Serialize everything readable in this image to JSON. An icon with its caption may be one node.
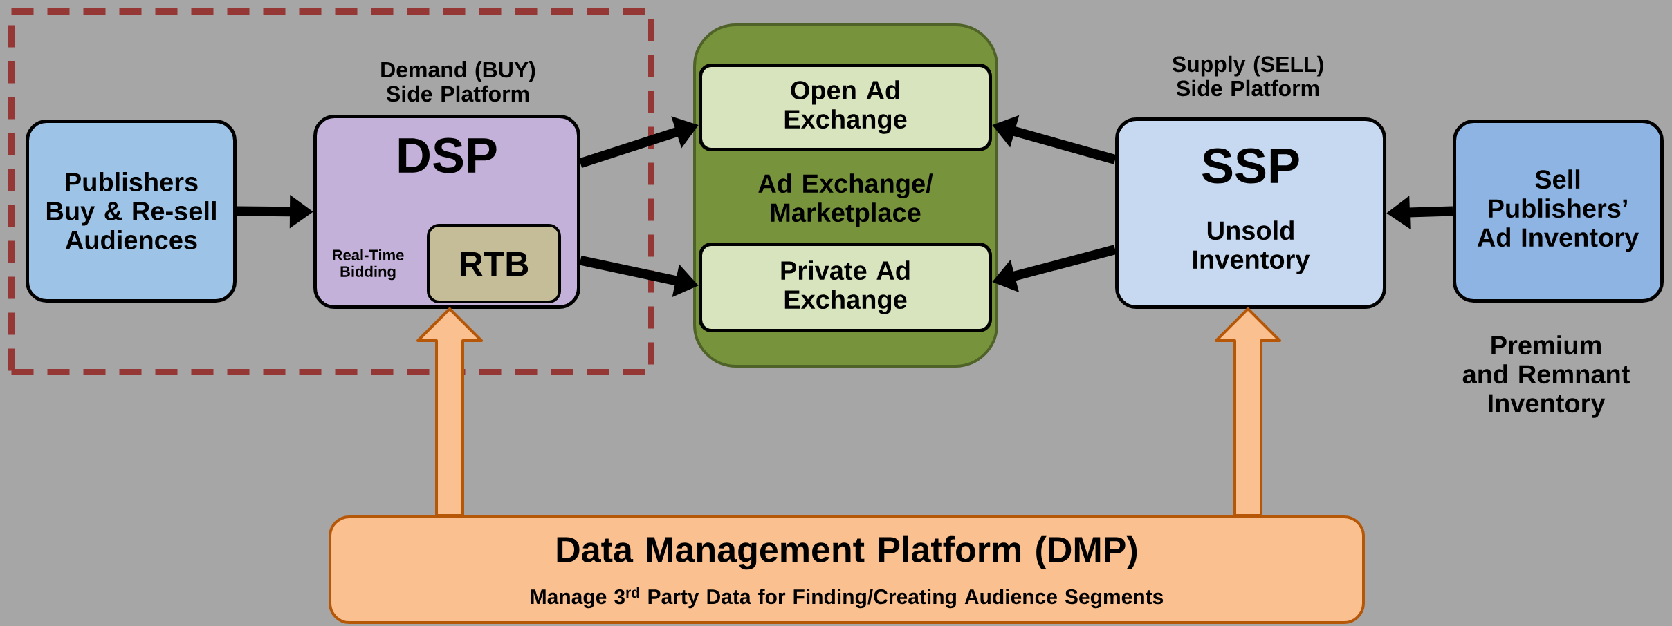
{
  "diagram": {
    "nodes": [
      {
        "text": [],
        "shape": "box"
      },
      {
        "text": [
          "Publishers Buy & Re-sell Audiences"
        ],
        "in": 0
      },
      {
        "text": [
          "DSP"
        ],
        "beside": [
          "Demand (BUY) Side Platform"
        ],
        "in": 0
      },
      {
        "text": [
          "RTB"
        ],
        "beside": [
          "Real-Time Bidding"
        ],
        "in": 2
      },
      {
        "text": [
          "Ad Exchange/ Marketplace"
        ]
      },
      {
        "text": [
          "Open Ad Exchange"
        ],
        "in": 4
      },
      {
        "text": [
          "Private Ad Exchange"
        ],
        "in": 4
      },
      {
        "text": [
          "SSP",
          "Unsold Inventory"
        ],
        "beside": [
          "Supply (SELL) Side Platform"
        ]
      },
      {
        "text": [
          "Sell Publishers’ Ad Inventory"
        ],
        "beside": [
          "Premium and Remnant Inventory"
        ]
      },
      {
        "text": [
          "Data Management Platform (DMP)",
          "Manage 3$^{rd}$ Party Data for Finding/Creating Audience Segments"
        ]
      }
    ],
    "edges": [
      {
        "from": 1,
        "to": 2,
        "arrow": "to"
      },
      {
        "from": 2,
        "to": 5,
        "arrow": "to"
      },
      {
        "from": 2,
        "to": 6,
        "arrow": "to"
      },
      {
        "from": 7,
        "to": 5,
        "arrow": "to"
      },
      {
        "from": 7,
        "to": 6,
        "arrow": "to"
      },
      {
        "from": 8,
        "to": 7,
        "arrow": "to"
      },
      {
        "from": 9,
        "to": 2,
        "arrow": "to",
        "color": "#fac090"
      },
      {
        "from": 9,
        "to": 7,
        "arrow": "to",
        "color": "#fac090"
      }
    ]
  }
}
